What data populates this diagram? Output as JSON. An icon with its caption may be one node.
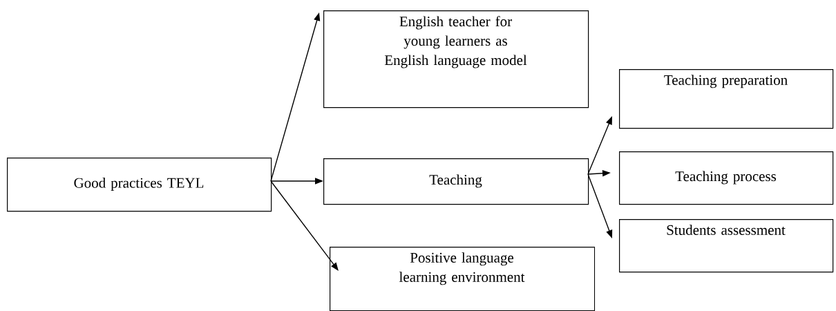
{
  "diagram": {
    "nodes": [
      {
        "text": [
          "Good practices TEYL"
        ]
      },
      {
        "text": [
          "English teacher for young learners as English language model"
        ]
      },
      {
        "text": [
          "Teaching"
        ]
      },
      {
        "text": [
          "Positive language learning environment"
        ]
      },
      {
        "text": [
          "Teaching preparation"
        ]
      },
      {
        "text": [
          "Teaching process"
        ]
      },
      {
        "text": [
          "Students assessment"
        ]
      }
    ],
    "edges": [
      {
        "from": 0,
        "to": 1,
        "arrow": "to"
      },
      {
        "from": 0,
        "to": 2,
        "arrow": "to"
      },
      {
        "from": 0,
        "to": 3,
        "arrow": "to"
      },
      {
        "from": 2,
        "to": 4,
        "arrow": "to"
      },
      {
        "from": 2,
        "to": 5,
        "arrow": "to"
      },
      {
        "from": 2,
        "to": 6,
        "arrow": "to"
      }
    ]
  }
}
